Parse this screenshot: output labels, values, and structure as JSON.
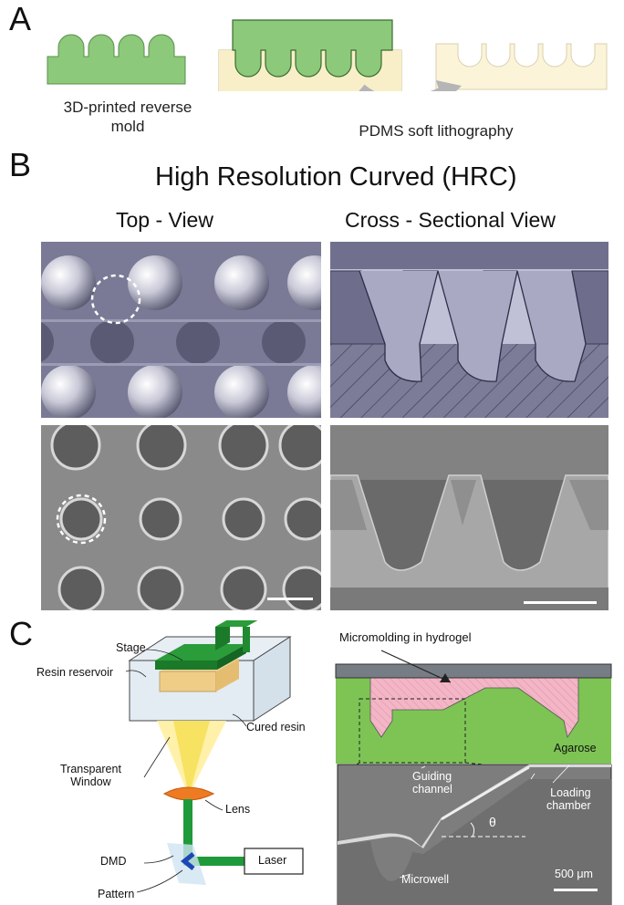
{
  "panel_a": {
    "letter": "A",
    "mold_caption_line1": "3D-printed reverse",
    "mold_caption_line2": "mold",
    "pdms_caption": "PDMS soft lithography"
  },
  "panel_b": {
    "letter": "B",
    "title": "High Resolution Curved (HRC)",
    "top_view_title": "Top - View",
    "cross_view_title": "Cross - Sectional View"
  },
  "panel_c": {
    "letter": "C",
    "printer_labels": {
      "stage": "Stage",
      "resin_reservoir": "Resin reservoir",
      "cured_resin": "Cured resin",
      "transparent_window_line1": "Transparent",
      "transparent_window_line2": "Window",
      "lens": "Lens",
      "dmd": "DMD",
      "pattern": "Pattern",
      "laser": "Laser"
    },
    "hydrogel_labels": {
      "title": "Micromolding in hydrogel",
      "agarose": "Agarose",
      "guiding_channel_line1": "Guiding",
      "guiding_channel_line2": "channel",
      "loading_chamber_line1": "Loading",
      "loading_chamber_line2": "chamber",
      "theta": "θ",
      "microwell": "Microwell",
      "scale_bar": "500 μm"
    }
  },
  "colors": {
    "mold_green": "#8cc97a",
    "pdms_cream": "#f8efc8",
    "hydrogel_green": "#7dc454",
    "pink": "#f2b6c6",
    "stage_green": "#1a8a2e",
    "sem_gray": "#7d7d7d"
  }
}
